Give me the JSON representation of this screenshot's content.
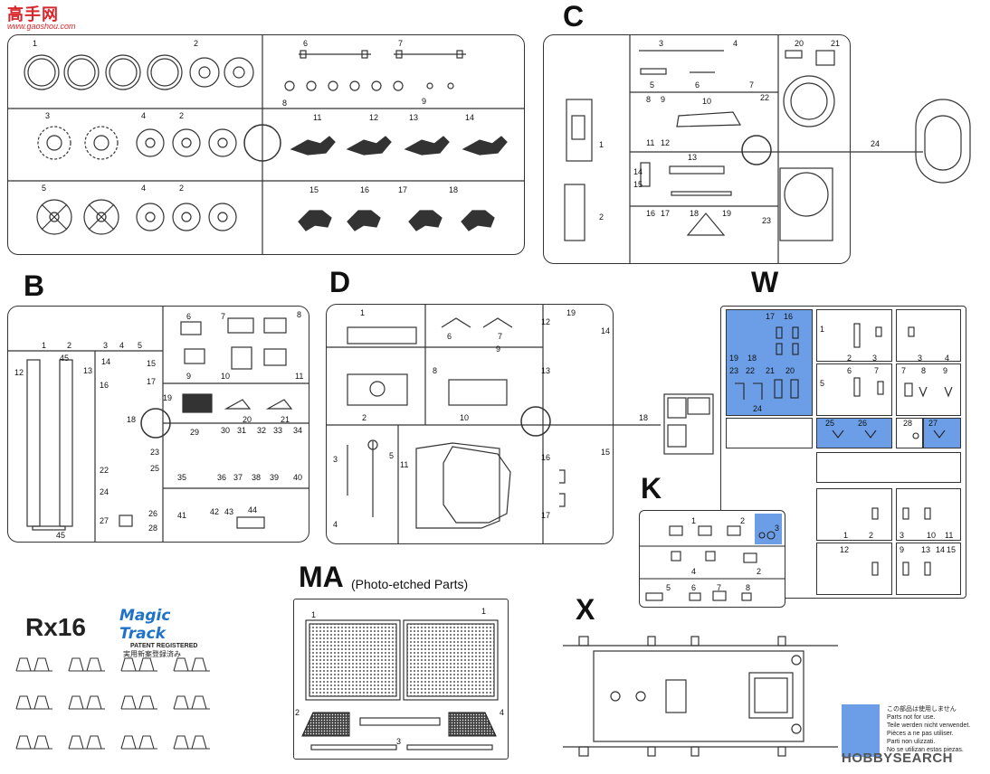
{
  "watermark": {
    "title": "高手网",
    "url": "www.gaoshou.com"
  },
  "sprues": {
    "A": {
      "labels": [
        "1",
        "2",
        "3",
        "4",
        "2",
        "5",
        "4",
        "2",
        "6",
        "7",
        "8",
        "9",
        "11",
        "12",
        "13",
        "14",
        "15",
        "16",
        "17",
        "18"
      ]
    },
    "C": {
      "letter": "C",
      "labels": [
        "3",
        "4",
        "20",
        "21",
        "1",
        "5",
        "6",
        "7",
        "8",
        "9",
        "10",
        "22",
        "11",
        "12",
        "13",
        "14",
        "15",
        "16",
        "17",
        "18",
        "19",
        "23",
        "24",
        "2"
      ]
    },
    "B": {
      "letter": "B",
      "labels": [
        "1",
        "2",
        "3",
        "4",
        "5",
        "6",
        "7",
        "8",
        "9",
        "10",
        "11",
        "12",
        "13",
        "14",
        "15",
        "16",
        "17",
        "18",
        "19",
        "20",
        "21",
        "22",
        "23",
        "24",
        "25",
        "26",
        "27",
        "28",
        "29",
        "30",
        "31",
        "32",
        "33",
        "34",
        "35",
        "36",
        "37",
        "38",
        "39",
        "40",
        "41",
        "42",
        "43",
        "44",
        "45",
        "45"
      ]
    },
    "D": {
      "letter": "D",
      "labels": [
        "1",
        "2",
        "3",
        "4",
        "5",
        "6",
        "7",
        "8",
        "9",
        "10",
        "11",
        "12",
        "13",
        "14",
        "15",
        "16",
        "17",
        "18",
        "19"
      ]
    },
    "W": {
      "letter": "W",
      "labels": [
        "17",
        "16",
        "1",
        "2",
        "3",
        "3",
        "4",
        "19",
        "18",
        "23",
        "22",
        "21",
        "20",
        "24",
        "5",
        "6",
        "7",
        "7",
        "8",
        "9",
        "25",
        "26",
        "28",
        "27",
        "1",
        "2",
        "3",
        "10",
        "11",
        "12",
        "9",
        "13",
        "14",
        "15"
      ]
    },
    "K": {
      "letter": "K",
      "labels": [
        "1",
        "2",
        "3",
        "4",
        "2",
        "5",
        "6",
        "7",
        "8"
      ]
    },
    "MA": {
      "letter": "MA",
      "subtitle": "(Photo-etched Parts)",
      "labels": [
        "1",
        "1",
        "2",
        "3",
        "4"
      ]
    },
    "X": {
      "letter": "X"
    }
  },
  "magic_track": {
    "logo": "Magic Track",
    "patent": "PATENT REGISTERED",
    "jp": "実用新案登録済み",
    "count": "Rx16"
  },
  "notice": {
    "lines": [
      "この部品は使用しません",
      "Parts not for use.",
      "Teile werden nicht verwendet.",
      "Pièces a ne pas utiliser.",
      "Parti non ulizzati.",
      "No se utilizan estas piezas."
    ],
    "color": "#6b9ee6"
  },
  "source": {
    "brand": "HOBBY",
    "rest": "SEARCH"
  }
}
